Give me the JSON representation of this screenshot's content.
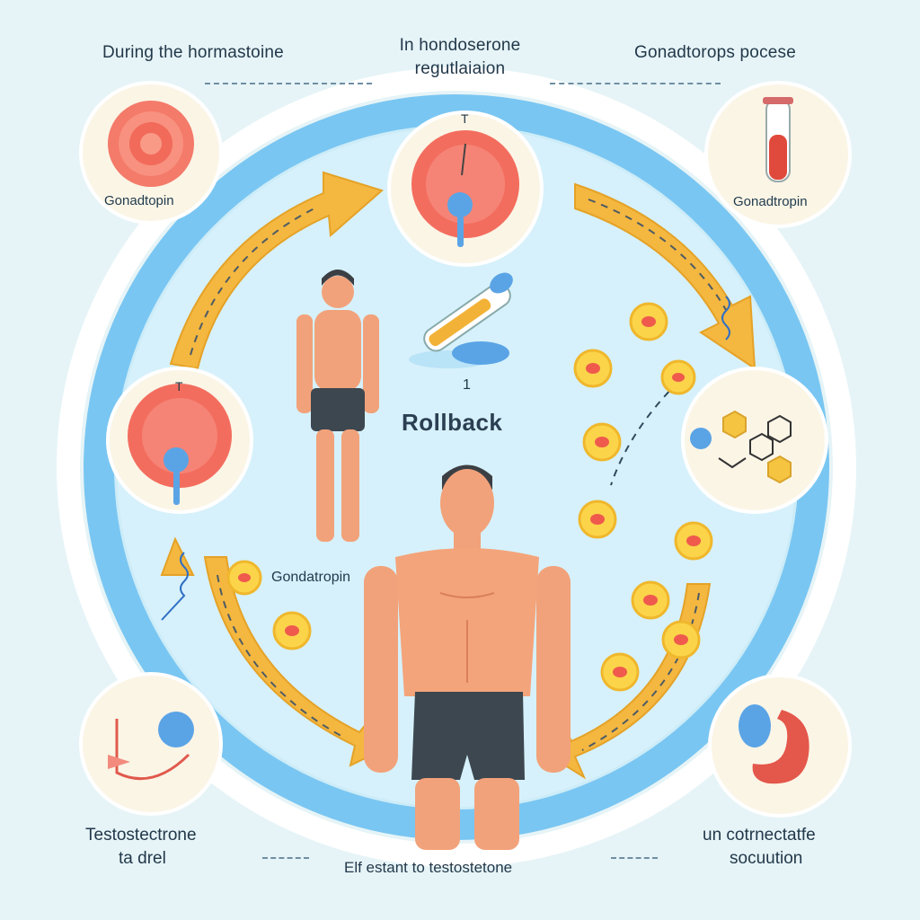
{
  "headings": {
    "top_left": "During the hormastoine",
    "top_center_line1": "In hondoserone",
    "top_center_line2": "regutlaiaion",
    "top_right": "Gonadtorops pocese"
  },
  "circle_labels": {
    "top_left": "Gonadtopin",
    "top_right": "Gonadtropin"
  },
  "center": {
    "tick": "1",
    "title": "Rollback",
    "cell_label": "Gondatropin"
  },
  "tick_marks": {
    "top": "T",
    "left": "T"
  },
  "bottom": {
    "left_line1": "Testostectrone",
    "left_line2": "ta drel",
    "center": "Elf estant to testostetone",
    "right_line1": "un cotrnectatfe",
    "right_line2": "socuution"
  },
  "colors": {
    "background": "#e6f4f7",
    "ring_blue": "#6ec3f4",
    "arrow_orange": "#f4b740",
    "cell_red": "#ef5a4d",
    "skin": "#f2a27a",
    "shorts": "#3d4750"
  }
}
